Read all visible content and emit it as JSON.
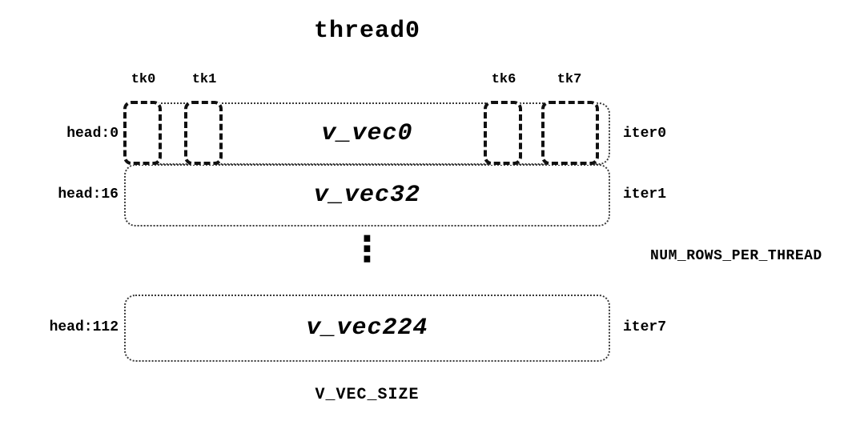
{
  "title": "thread0",
  "tk_labels": [
    "tk0",
    "tk1",
    "tk6",
    "tk7"
  ],
  "rows": [
    {
      "head": "head:0",
      "vec": "v_vec0",
      "iter": "iter0"
    },
    {
      "head": "head:16",
      "vec": "v_vec32",
      "iter": "iter1"
    },
    {
      "head": "head:112",
      "vec": "v_vec224",
      "iter": "iter7"
    }
  ],
  "ellipsis": "⋮",
  "annotations": {
    "rows_per_thread": "NUM_ROWS_PER_THREAD",
    "vec_size": "V_VEC_SIZE"
  }
}
